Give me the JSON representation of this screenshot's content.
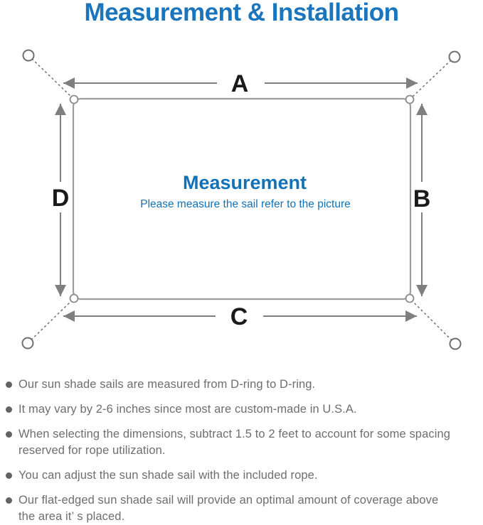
{
  "title": "Measurement & Installation",
  "diagram": {
    "center_title": "Measurement",
    "center_subtitle": "Please measure the sail refer to the picture",
    "label_a": "A",
    "label_b": "B",
    "label_c": "C",
    "label_d": "D"
  },
  "bullets": [
    {
      "text": "Our sun shade sails are measured from D-ring to D-ring."
    },
    {
      "text": "It may vary by 2-6 inches since most are custom-made in U.S.A."
    },
    {
      "text": "When selecting the dimensions, subtract 1.5 to 2 feet to account for some spacing\nreserved for rope utilization."
    },
    {
      "text": "You can adjust the sun shade sail with the included rope."
    },
    {
      "text": "Our flat-edged sun shade sail will provide an optimal amount of coverage above\nthe area it’ s placed."
    }
  ],
  "colors": {
    "accent_blue": "#1a75bc",
    "diagram_blue": "#1272b8",
    "diagram_gray": "#7f7f7f",
    "outline_gray": "#9d9d9d",
    "anchor_gray": "#6f6f6f",
    "text_gray": "#6e6e6e",
    "label_black": "#1a1a1a"
  }
}
